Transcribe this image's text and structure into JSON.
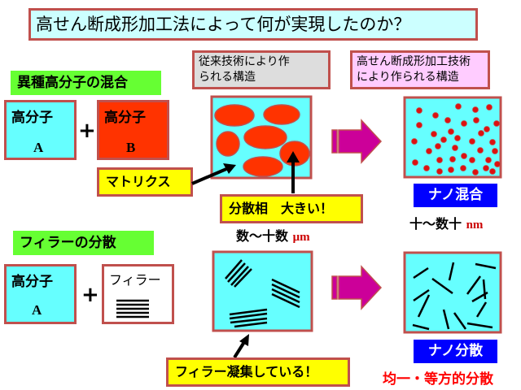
{
  "title": "高せん断成形加工法によって何が実現したのか？",
  "headers": {
    "conventional": [
      "従来技術により作",
      "られる構造"
    ],
    "high_shear": [
      "高せん断成形加工技術",
      "により作られる構造"
    ]
  },
  "polymer_blend": {
    "section_label": "異種高分子の混合",
    "polymer_a": {
      "label": "高分子",
      "letter": "A"
    },
    "polymer_b": {
      "label": "高分子",
      "letter": "B"
    },
    "plus": "+",
    "matrix_callout": "マトリクス",
    "dispersed_callout": "分散相　大きい！",
    "conventional_scale": "数〜十数",
    "conventional_unit": "μm",
    "result_badge": "ナノ混合",
    "result_scale": "十〜数十",
    "result_unit": "nm"
  },
  "filler_dispersion": {
    "section_label": "フィラーの分散",
    "polymer_a": {
      "label": "高分子",
      "letter": "A"
    },
    "filler": {
      "label": "フィラー"
    },
    "plus": "+",
    "aggregation_callout": "フィラー凝集している！",
    "result_badge": "ナノ分散",
    "result_note": "均一・等方的分散"
  },
  "colors": {
    "border": "#c0504d",
    "cyan": "#66ffff",
    "polymer_b": "#ff3300",
    "section_green": "#66ff33",
    "callout_yellow": "#ffff00",
    "badge_blue": "#0000ff",
    "arrow_magenta": "#cc0099",
    "particle_red": "#ee2200"
  }
}
